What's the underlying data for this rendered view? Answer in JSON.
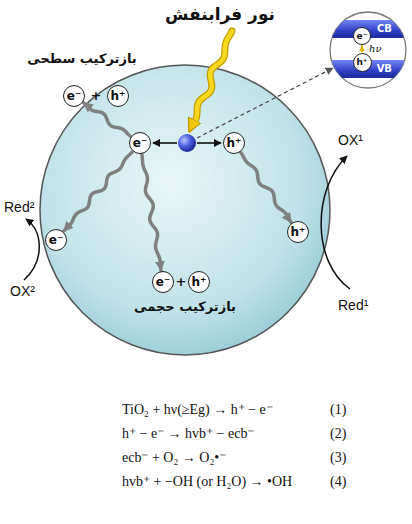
{
  "diagram": {
    "nodes": [
      {
        "text": [
          "CB"
        ]
      },
      {
        "text": [
          "e⁻"
        ],
        "in": 0
      },
      {
        "text": [
          "VB"
        ]
      },
      {
        "text": [
          "h⁺"
        ],
        "in": 2
      },
      {
        "text": [
          "e⁻"
        ]
      },
      {
        "text": [
          "h⁺"
        ]
      },
      {
        "text": [
          "e⁻"
        ]
      },
      {
        "text": [
          "h⁺"
        ]
      },
      {
        "text": [
          "e⁻"
        ]
      },
      {
        "text": [
          "h⁺"
        ]
      },
      {
        "text": [
          "e⁻"
        ]
      },
      {
        "text": [
          "h⁺"
        ]
      }
    ],
    "edges": [
      {
        "from": 3,
        "to": 1,
        "arrow": "to",
        "label": "hν"
      },
      {
        "from": 6,
        "to": 4,
        "arrow": "to"
      },
      {
        "from": 6,
        "to": 8,
        "arrow": "to"
      },
      {
        "from": 6,
        "to": 10,
        "arrow": "to"
      },
      {
        "from": 7,
        "to": 9,
        "arrow": "to"
      }
    ],
    "labels": [
      "نور فرابنفش",
      "بازترکیب سطحی",
      "+",
      "Red²",
      "OX²",
      "OX¹",
      "Red¹",
      "+",
      "بازترکیب حجمی",
      "TiO₂ + hν(≥Eg) → h⁺ − e⁻",
      "(1)",
      "h⁺ − e⁻ → hvb⁺ − ecb⁻",
      "(2)",
      "ecb⁻ + O₂ → O₂•⁻",
      "(3)",
      "hvb⁺ + −OH (or H₂O) → •OH",
      "(4)"
    ]
  }
}
